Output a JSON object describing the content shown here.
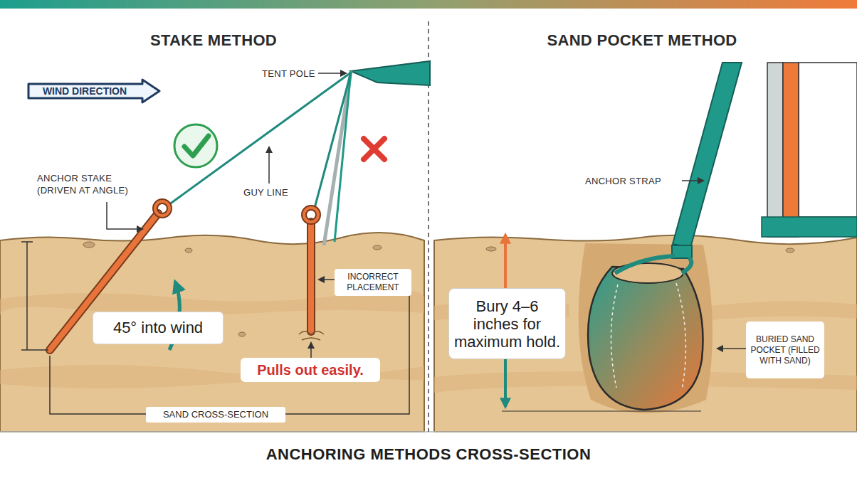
{
  "diagram": {
    "caption": "ANCHORING METHODS CROSS-SECTION",
    "nodes": [
      {
        "text": [
          "WIND DIRECTION"
        ]
      },
      {
        "text": [
          "INCORRECT PLACEMENT"
        ]
      },
      {
        "text": [
          "45° into wind"
        ]
      },
      {
        "text": [
          "Pulls out easily."
        ]
      },
      {
        "text": [
          "SAND CROSS-SECTION"
        ]
      },
      {
        "text": [
          "Bury 4–6 inches for maximum hold."
        ]
      },
      {
        "text": [
          "BURIED SAND POCKET (FILLED WITH SAND)"
        ]
      }
    ],
    "labels": [
      "STAKE METHOD",
      "SAND POCKET METHOD",
      "TENT POLE",
      "ANCHOR STAKE (DRIVEN AT ANGLE)",
      "GUY LINE",
      "ANCHOR STRAP"
    ]
  }
}
